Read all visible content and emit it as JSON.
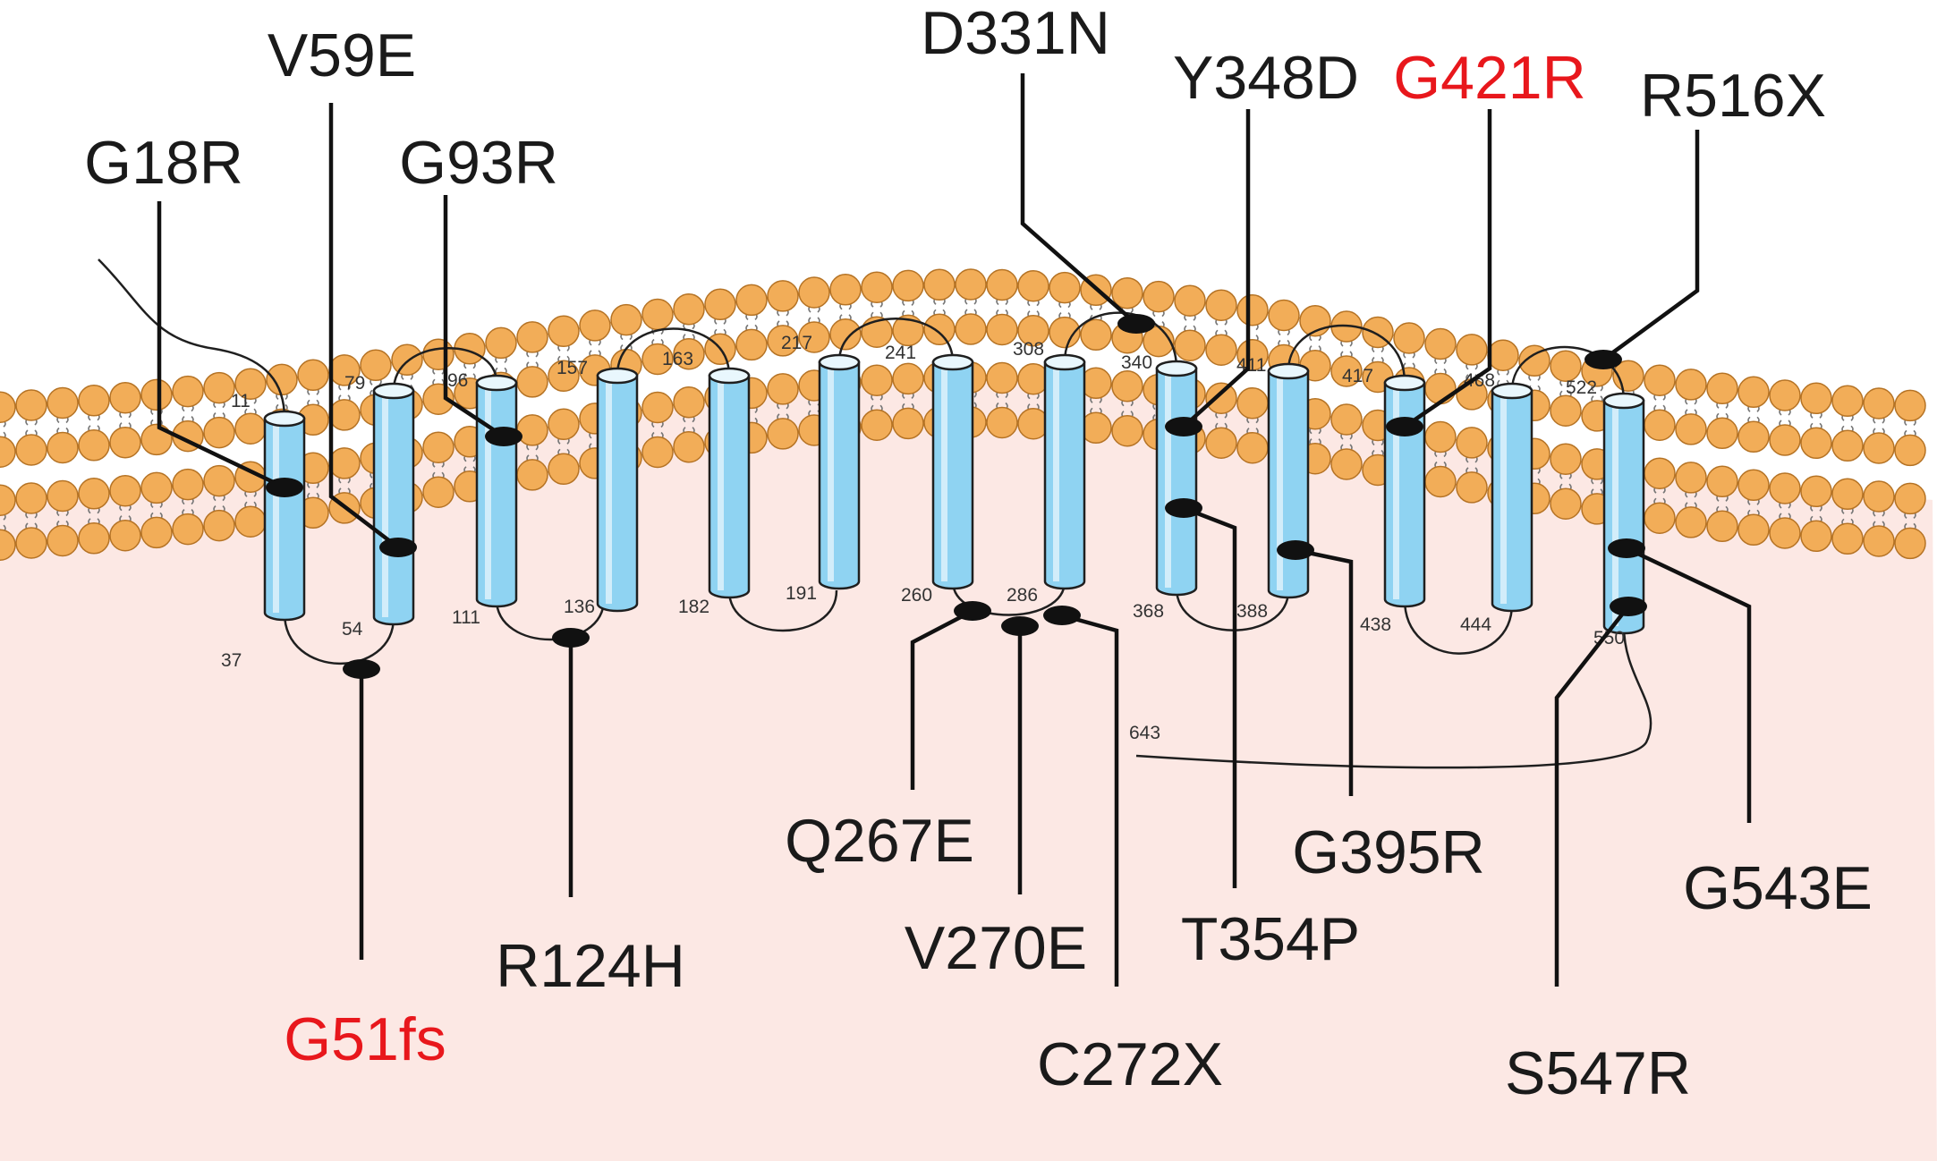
{
  "colors": {
    "intracellular": "#fce8e4",
    "lipid_head": "#f2ad58",
    "lipid_head_stroke": "#b57325",
    "lipid_tail": "#777777",
    "helix_fill": "#8fd3f2",
    "helix_stroke": "#1f1f1f",
    "marker": "#111111",
    "label": "#1a1a1a",
    "highlight": "#e8171c"
  },
  "helix_count": 13,
  "residues": [
    "11",
    "37",
    "54",
    "79",
    "96",
    "111",
    "136",
    "157",
    "163",
    "182",
    "191",
    "217",
    "241",
    "260",
    "286",
    "308",
    "340",
    "368",
    "388",
    "411",
    "417",
    "438",
    "444",
    "468",
    "522",
    "550",
    "643"
  ],
  "mutations": [
    {
      "label": "G18R",
      "highlight": false
    },
    {
      "label": "V59E",
      "highlight": false
    },
    {
      "label": "G93R",
      "highlight": false
    },
    {
      "label": "D331N",
      "highlight": false
    },
    {
      "label": "Y348D",
      "highlight": false
    },
    {
      "label": "G421R",
      "highlight": true
    },
    {
      "label": "R516X",
      "highlight": false
    },
    {
      "label": "G51fs",
      "highlight": true
    },
    {
      "label": "R124H",
      "highlight": false
    },
    {
      "label": "Q267E",
      "highlight": false
    },
    {
      "label": "V270E",
      "highlight": false
    },
    {
      "label": "C272X",
      "highlight": false
    },
    {
      "label": "T354P",
      "highlight": false
    },
    {
      "label": "G395R",
      "highlight": false
    },
    {
      "label": "G543E",
      "highlight": false
    },
    {
      "label": "S547R",
      "highlight": false
    }
  ]
}
